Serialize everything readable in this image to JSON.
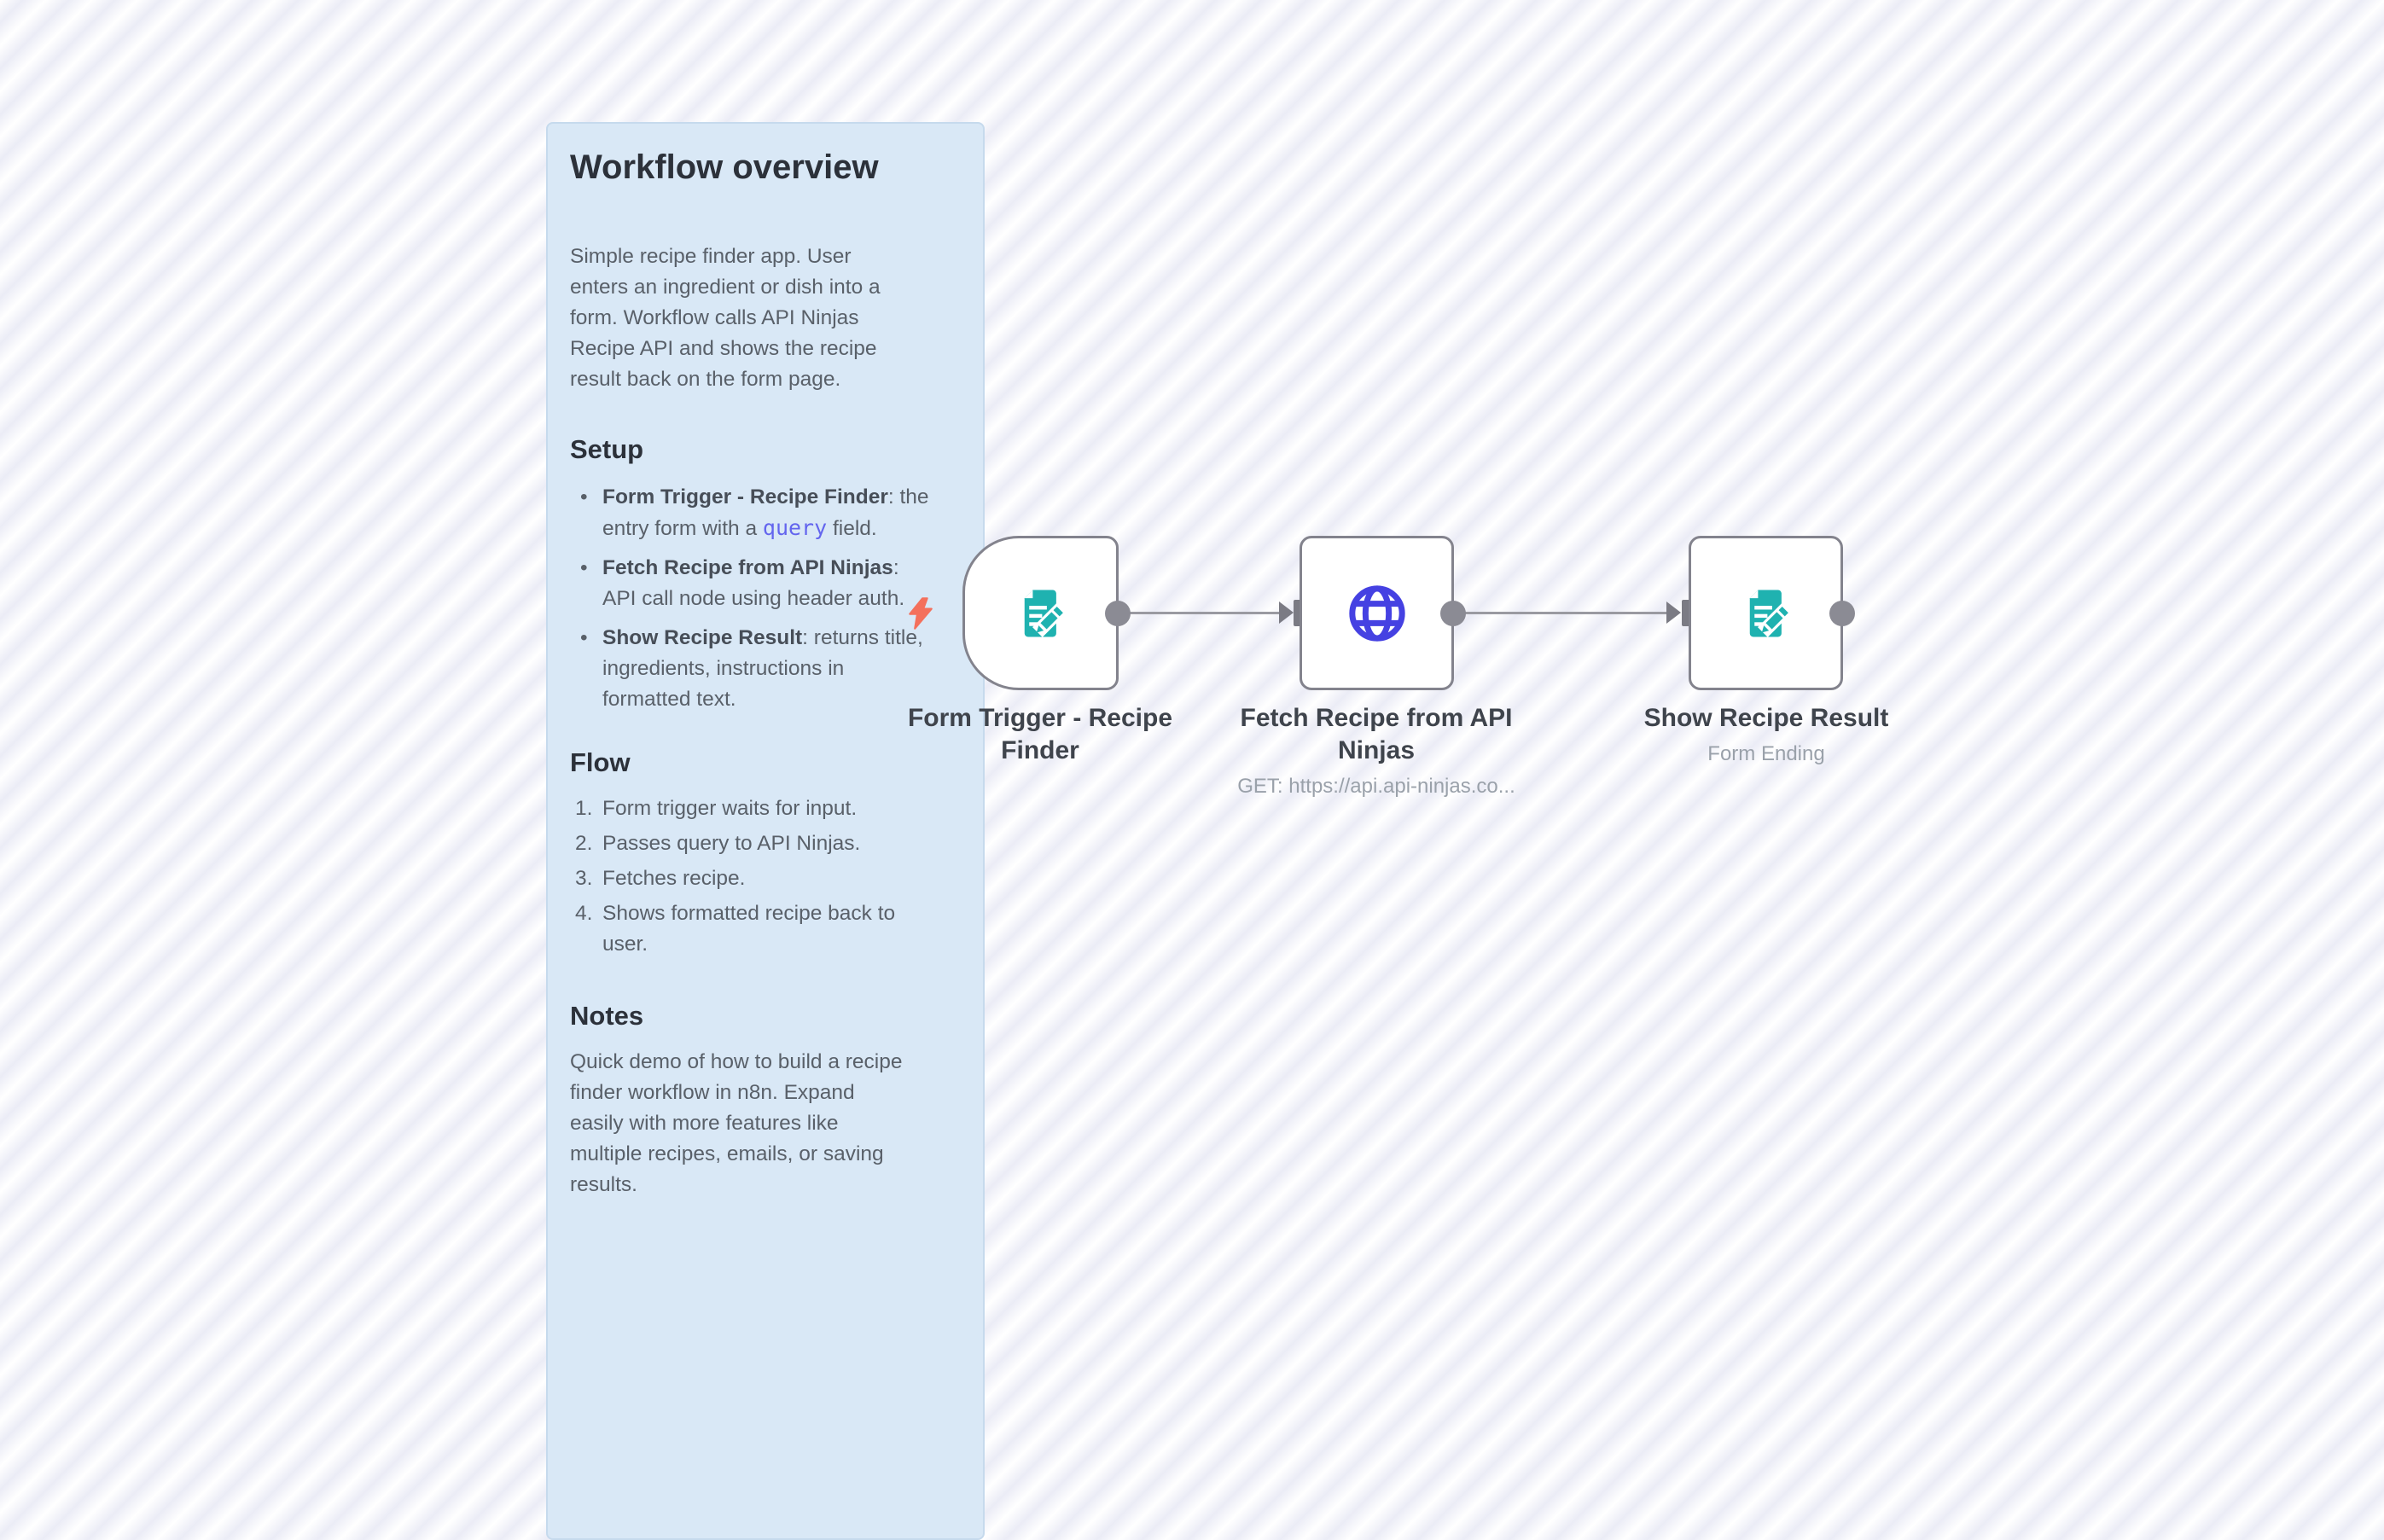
{
  "colors": {
    "canvas_stripe_light": "#ffffff",
    "canvas_stripe_dark": "#ebecf6",
    "sticky_bg": "#d9e8f6",
    "sticky_border": "#c6daed",
    "node_border": "#83838d",
    "connector_gray": "#9a9aa1",
    "port_gray": "#7b7b84",
    "form_icon_teal": "#1fb2b0",
    "globe_icon_indigo": "#4541e2",
    "trigger_bolt_coral": "#f4705c",
    "inline_code_purple": "#6365ee"
  },
  "sticky": {
    "title": "Workflow overview",
    "bullet": "•",
    "intro_lines": [
      "Simple recipe finder app. User",
      "enters an ingredient or dish into a",
      "form. Workflow calls API Ninjas",
      "Recipe API and shows the recipe",
      "result back on the form page."
    ],
    "setup_heading": "Setup",
    "setup_items": [
      {
        "line1_bold": "Form Trigger - Recipe Finder",
        "line1_rest": ": the",
        "line2_pre": "entry form with a ",
        "line2_code": "query",
        "line2_post": " field."
      },
      {
        "line1_bold": "Fetch Recipe from API Ninjas",
        "line1_rest": ":",
        "line2": "API call node using header auth."
      },
      {
        "line1_bold": "Show Recipe Result",
        "line1_rest": ": returns title,",
        "line2": "ingredients, instructions in",
        "line3": "formatted text."
      }
    ],
    "flow_heading": "Flow",
    "flow_items": [
      {
        "num": "1.",
        "text": "Form trigger waits for input."
      },
      {
        "num": "2.",
        "text": "Passes query to API Ninjas."
      },
      {
        "num": "3.",
        "text": "Fetches recipe."
      },
      {
        "num": "4.",
        "line1": "Shows formatted recipe back to",
        "line2": "user."
      }
    ],
    "notes_heading": "Notes",
    "notes_lines": [
      "Quick demo of how to build a recipe",
      "finder workflow in n8n. Expand",
      "easily with more features like",
      "multiple recipes, emails, or saving",
      "results."
    ]
  },
  "nodes": [
    {
      "id": "form-trigger",
      "icon": "form-pencil-icon",
      "label_line1": "Form Trigger - Recipe",
      "label_line2": "Finder",
      "subtitle": ""
    },
    {
      "id": "http-request",
      "icon": "globe-icon",
      "label_line1": "Fetch Recipe from API",
      "label_line2": "Ninjas",
      "subtitle": "GET: https://api.api-ninjas.co..."
    },
    {
      "id": "form-ending",
      "icon": "form-pencil-icon",
      "label_line1": "Show Recipe Result",
      "label_line2": "",
      "subtitle": "Form Ending"
    }
  ]
}
